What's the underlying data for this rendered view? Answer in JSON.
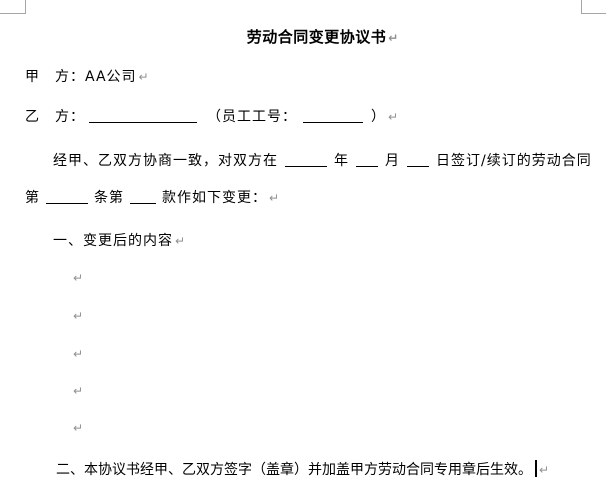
{
  "document": {
    "title": "劳动合同变更协议书",
    "party_a": {
      "label": "甲　方：",
      "value": "AA公司"
    },
    "party_b": {
      "label": "乙　方：",
      "bracket_open": "（员工工号：",
      "bracket_close": "）"
    },
    "intro": {
      "before_year": "经甲、乙双方协商一致，对双方在",
      "year_label": "年",
      "month_label": "月",
      "day_and_after": "日签订/续订的劳动合同"
    },
    "clause": {
      "first": "第",
      "mid": "条第",
      "tail": "款作如下变更："
    },
    "section_1": "一、变更后的内容",
    "section_2": "二、本协议书经甲、乙双方签字（盖章）并加盖甲方劳动合同专用章后生效。"
  },
  "marks": {
    "pilcrow": "↵"
  }
}
